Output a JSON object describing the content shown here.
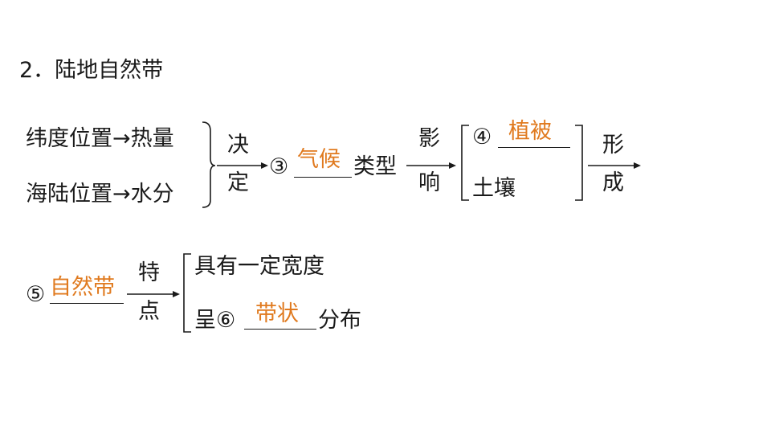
{
  "heading": "2．陆地自然带",
  "diagram1": {
    "row1_left": "纬度位置→热量",
    "row2_left": "海陆位置→水分",
    "arrow1_top": "决",
    "arrow1_bottom": "定",
    "blank3_marker": "③",
    "blank3_answer": "气候",
    "after_blank3": "类型",
    "arrow2_top": "影",
    "arrow2_bottom": "响",
    "blank4_marker": "④",
    "blank4_answer": "植被",
    "soil": "土壤",
    "arrow3_top": "形",
    "arrow3_bottom": "成"
  },
  "diagram2": {
    "blank5_marker": "⑤",
    "blank5_answer": "自然带",
    "arrow_top": "特",
    "arrow_bottom": "点",
    "feature1": "具有一定宽度",
    "feature2_prefix": "呈⑥",
    "blank6_answer": "带状",
    "feature2_suffix": "分布"
  },
  "colors": {
    "text": "#1a1a1a",
    "answer": "#e07a1f"
  }
}
